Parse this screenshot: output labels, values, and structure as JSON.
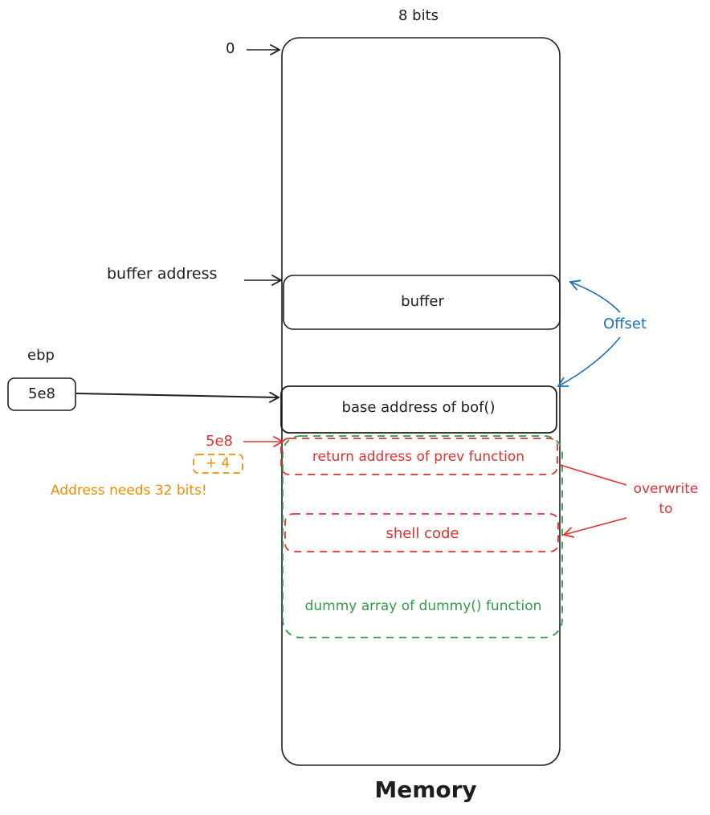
{
  "header": {
    "bits_label": "8 bits"
  },
  "pointers": {
    "zero_label": "0",
    "buffer_address_label": "buffer address",
    "ebp_label": "ebp",
    "ebp_value": "5e8",
    "return_addr_value": "5e8",
    "plus_four": "+ 4",
    "note": "Address needs 32 bits!"
  },
  "memory": {
    "caption": "Memory",
    "buffer": "buffer",
    "base_address": "base address of bof()",
    "return_address": "return address of prev function",
    "shell_code": "shell code",
    "dummy_array": "dummy array of dummy() function"
  },
  "annotations": {
    "offset": "Offset",
    "overwrite_line1": "overwrite",
    "overwrite_line2": "to"
  },
  "colors": {
    "ink": "#1e1e1e",
    "red": "#e03131",
    "green": "#2f9e44",
    "blue": "#1971c2",
    "orange": "#f08c00"
  }
}
